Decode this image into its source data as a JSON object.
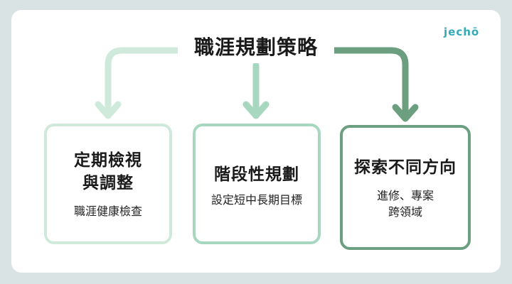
{
  "logo": "jechō",
  "title": "職涯規劃策略",
  "boxes": [
    {
      "title_lines": [
        "定期檢視",
        "與調整"
      ],
      "sub_lines": [
        "職涯健康檢查"
      ]
    },
    {
      "title_lines": [
        "階段性規劃"
      ],
      "sub_lines": [
        "設定短中長期目標"
      ]
    },
    {
      "title_lines": [
        "探索不同方向"
      ],
      "sub_lines": [
        "進修、專案",
        "跨領域"
      ]
    }
  ],
  "colors": {
    "arrow_left": "#cfeadb",
    "arrow_middle": "#a7d8bf",
    "arrow_right": "#6b9f7f",
    "background": "#d9e3e3",
    "logo": "#35a9b6"
  }
}
